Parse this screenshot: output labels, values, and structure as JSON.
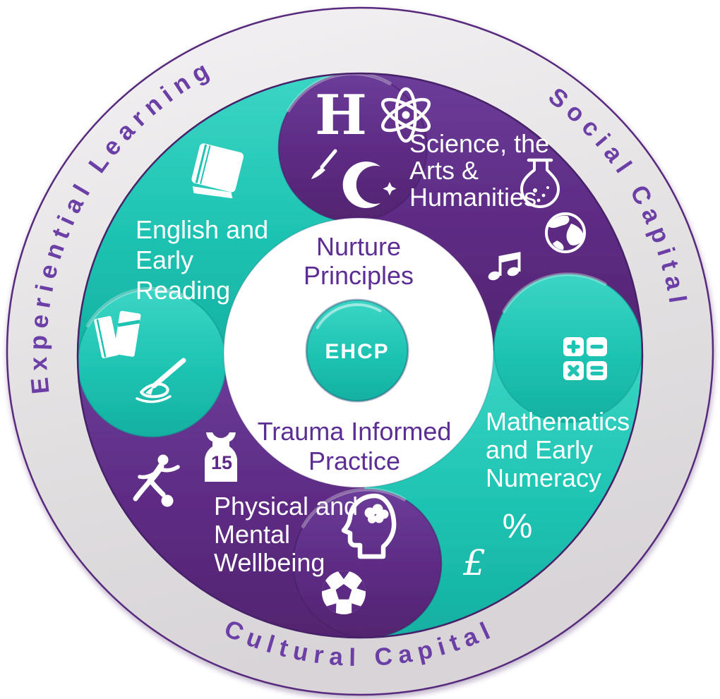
{
  "title": "EHCP curriculum wheel diagram",
  "colors": {
    "teal": "#1EC3B2",
    "purple": "#5E2C85",
    "ring_fill": "#E3E1E2",
    "ring_stroke": "#582A7D",
    "ring_text": "#6B3FA5",
    "center_text": "#5C2E94",
    "label_text": "#FFFFFF"
  },
  "ring": {
    "top_left": "Experiential Learning",
    "top_right": "Social Capital",
    "bottom": "Cultural Capital"
  },
  "center": {
    "nurture_line1": "Nurture",
    "nurture_line2": "Principles",
    "badge": "EHCP",
    "trauma_line1": "Trauma Informed",
    "trauma_line2": "Practice"
  },
  "quadrants": {
    "english": {
      "lines": [
        "English and",
        "Early",
        "Reading"
      ],
      "icons": [
        "closed-book",
        "books-pair",
        "writing-hand"
      ]
    },
    "science": {
      "letter": "H",
      "lines": [
        "Science, the",
        "Arts &",
        "Humanities"
      ],
      "icons": [
        "history-letter",
        "atom",
        "paintbrush",
        "crescent-star",
        "flask",
        "globe",
        "music-note"
      ]
    },
    "maths": {
      "lines": [
        "Mathematics",
        "and Early",
        "Numeracy"
      ],
      "percent": "%",
      "pound": "£",
      "icons": [
        "calculator",
        "percent-symbol",
        "pound-symbol"
      ]
    },
    "physical": {
      "lines": [
        "Physical and",
        "Mental",
        "Wellbeing"
      ],
      "jersey_number": "15",
      "icons": [
        "soccer-player",
        "jersey",
        "head-brain",
        "soccer-ball"
      ]
    }
  }
}
